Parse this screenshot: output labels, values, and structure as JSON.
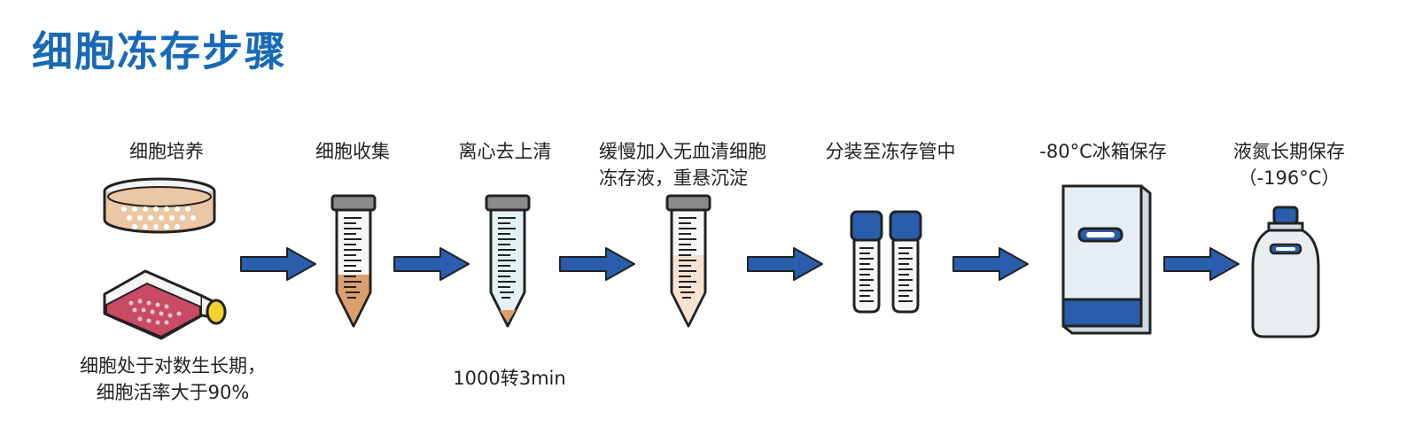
{
  "title": "细胞冻存步骤",
  "colors": {
    "title": "#1869b8",
    "arrow": "#2a5dab",
    "outline": "#222222",
    "cap_gray": "#8a8a8a",
    "cap_blue": "#2a5dab",
    "culture_medium": "#ecc7a5",
    "flask_medium": "#c94a63",
    "pellet_orange": "#dba06d",
    "supernatant": "#e4f0f4",
    "freezer_body": "#e7eef3",
    "dewar_body": "#e8edf0"
  },
  "steps": [
    {
      "label_lines": [
        "细胞培养"
      ],
      "icons": [
        "culture-dish-icon",
        "culture-flask-icon"
      ],
      "note_lines": [
        "细胞处于对数生长期，",
        "细胞活率大于90%"
      ]
    },
    {
      "label_lines": [
        "细胞收集"
      ],
      "icons": [
        "centrifuge-tube-with-cells-icon"
      ]
    },
    {
      "label_lines": [
        "离心去上清"
      ],
      "icons": [
        "centrifuge-tube-pellet-icon"
      ],
      "note_lines": [
        "1000转3min"
      ]
    },
    {
      "label_lines": [
        "缓慢加入无血清细胞",
        "冻存液，重悬沉淀"
      ],
      "icons": [
        "centrifuge-tube-resuspended-icon"
      ]
    },
    {
      "label_lines": [
        "分装至冻存管中"
      ],
      "icons": [
        "cryovial-icon",
        "cryovial-icon"
      ]
    },
    {
      "label_lines": [
        "-80°C冰箱保存"
      ],
      "icons": [
        "freezer-icon"
      ]
    },
    {
      "label_lines": [
        "液氮长期保存",
        "（-196°C）"
      ],
      "icons": [
        "liquid-nitrogen-dewar-icon"
      ]
    }
  ]
}
